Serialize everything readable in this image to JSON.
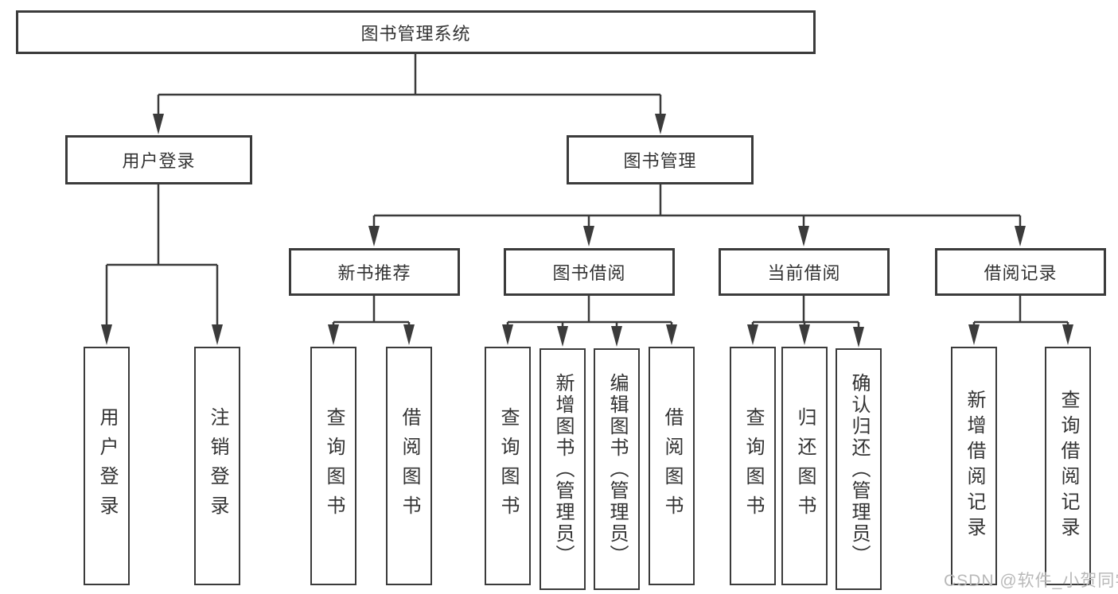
{
  "tree": {
    "root": {
      "label": "图书管理系统",
      "children": [
        {
          "label": "用户登录",
          "children": [
            {
              "label": "用户登录"
            },
            {
              "label": "注销登录"
            }
          ]
        },
        {
          "label": "图书管理",
          "children": [
            {
              "label": "新书推荐",
              "children": [
                {
                  "label": "查询图书"
                },
                {
                  "label": "借阅图书"
                }
              ]
            },
            {
              "label": "图书借阅",
              "children": [
                {
                  "label": "查询图书"
                },
                {
                  "label": "新增图书（管理员）"
                },
                {
                  "label": "编辑图书（管理员）"
                },
                {
                  "label": "借阅图书"
                }
              ]
            },
            {
              "label": "当前借阅",
              "children": [
                {
                  "label": "查询图书"
                },
                {
                  "label": "归还图书"
                },
                {
                  "label": "确认归还（管理员）"
                }
              ]
            },
            {
              "label": "借阅记录",
              "children": [
                {
                  "label": "新增借阅记录"
                },
                {
                  "label": "查询借阅记录"
                }
              ]
            }
          ]
        }
      ]
    }
  },
  "watermark": {
    "text": "CSDN @软件_小贺同学"
  },
  "colors": {
    "line": "#3b3b3b",
    "box_border": "#3b3b3b",
    "box_background": "#ffffff",
    "text": "#333333",
    "watermark_text": "#b9b9b9"
  }
}
